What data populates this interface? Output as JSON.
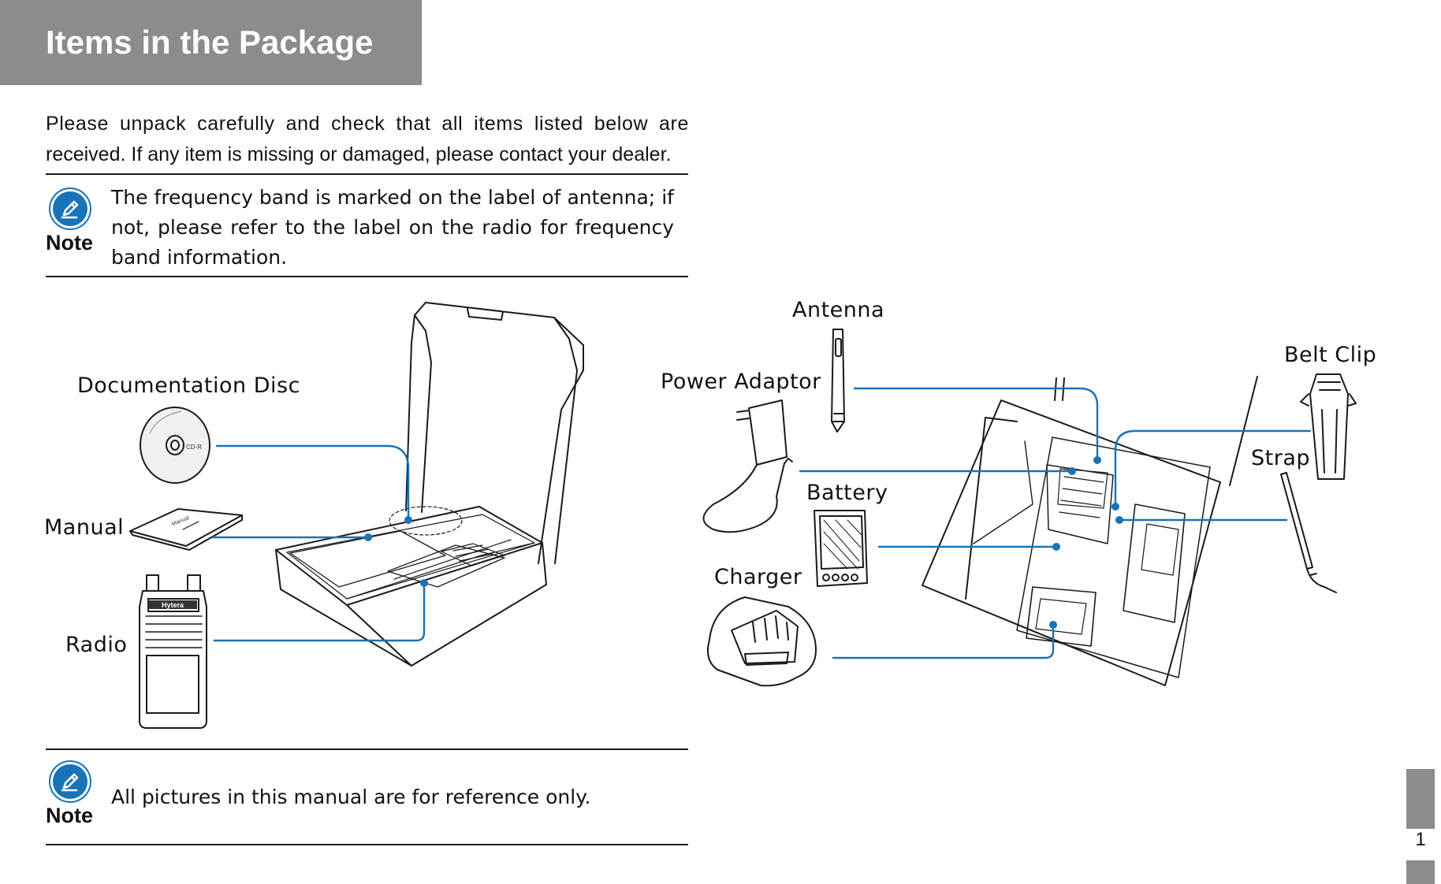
{
  "header": {
    "title": "Items in the Package"
  },
  "intro": {
    "line1": "Please unpack carefully and check that all items listed below are",
    "line2": "received. If any item is missing or damaged, please contact your dealer."
  },
  "note_top": {
    "label": "Note",
    "line1": "The frequency band is marked on the label of antenna; if",
    "line2": "not, please refer to the label on the radio for frequency",
    "line3": "band information."
  },
  "figure_left": {
    "labels": {
      "disc": "Documentation Disc",
      "manual": "Manual",
      "radio": "Radio"
    },
    "disc_text": "CD-R",
    "manual_text": "Manual",
    "radio_brand": "Hytera"
  },
  "figure_right": {
    "labels": {
      "antenna": "Antenna",
      "power_adaptor": "Power Adaptor",
      "belt_clip": "Belt Clip",
      "strap": "Strap",
      "battery": "Battery",
      "charger": "Charger"
    }
  },
  "note_bottom": {
    "label": "Note",
    "text": "All pictures in this manual are for reference only."
  },
  "page": {
    "number": "1"
  },
  "colors": {
    "callout_line": "#1873b8",
    "header_band": "#8c8c8c",
    "note_icon": "#1873b8"
  }
}
